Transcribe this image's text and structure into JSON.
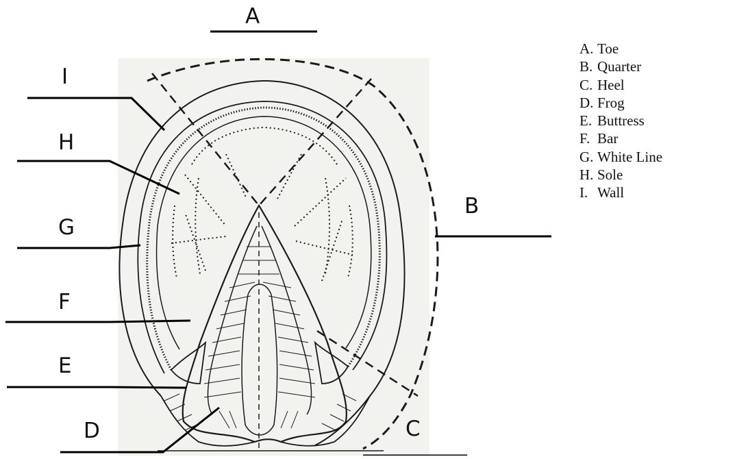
{
  "callout_letters": {
    "A": "A",
    "B": "B",
    "C": "C",
    "D": "D",
    "E": "E",
    "F": "F",
    "G": "G",
    "H": "H",
    "I": "I"
  },
  "legend": [
    {
      "key": "A.",
      "label": "Toe"
    },
    {
      "key": "B.",
      "label": "Quarter"
    },
    {
      "key": "C.",
      "label": "Heel"
    },
    {
      "key": "D.",
      "label": "Frog"
    },
    {
      "key": "E.",
      "label": "Buttress"
    },
    {
      "key": "F.",
      "label": "Bar"
    },
    {
      "key": "G.",
      "label": "White Line"
    },
    {
      "key": "H.",
      "label": "Sole"
    },
    {
      "key": "I.",
      "label": "Wall"
    }
  ],
  "colors": {
    "ink": "#1a1a1a",
    "paper": "#f2f2ee",
    "background": "#ffffff"
  }
}
